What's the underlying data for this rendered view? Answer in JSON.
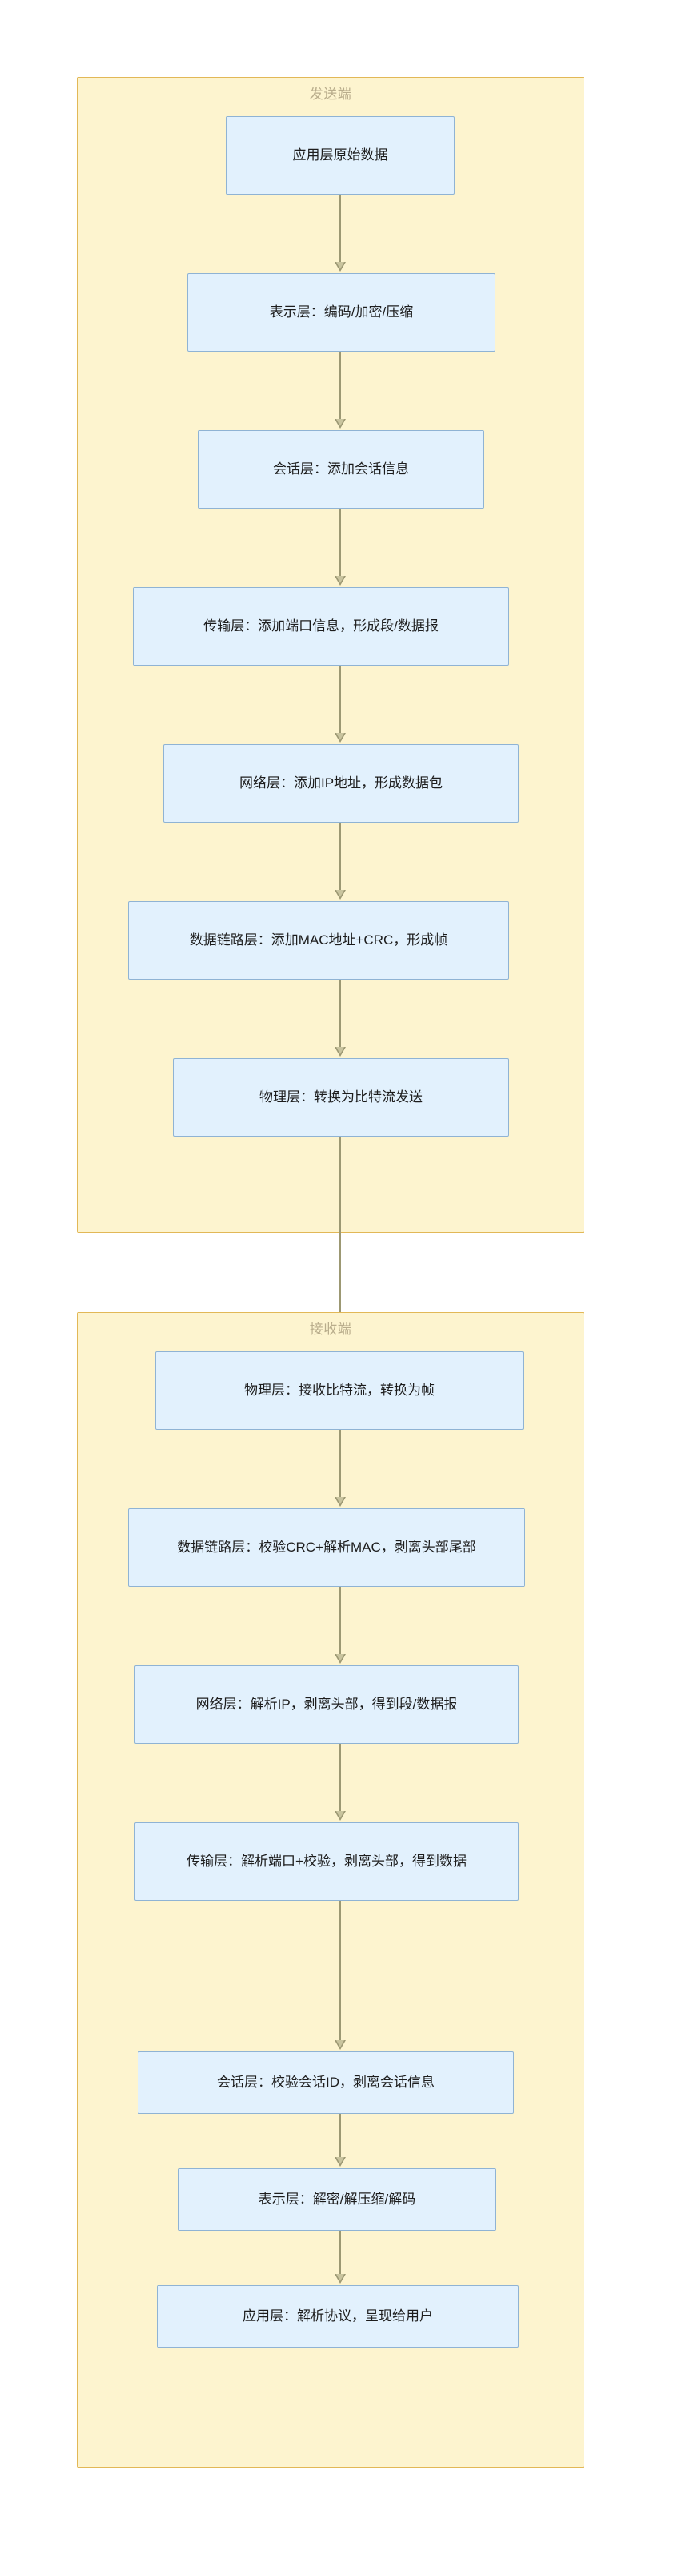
{
  "diagram": {
    "type": "flowchart",
    "direction": "top-to-bottom",
    "background": "#ffffff",
    "colors": {
      "subgraph_fill": "#fdf4cf",
      "subgraph_stroke": "#e2b857",
      "subgraph_label": "#b9ad8c",
      "node_fill": "#e2f1fd",
      "node_stroke": "#8fb3d4",
      "node_text": "#1d1d1d",
      "edge": "#9c9873"
    },
    "groups": [
      {
        "id": "sender",
        "title": "发送端",
        "nodes": [
          {
            "id": "s1",
            "label": "应用层原始数据"
          },
          {
            "id": "s2",
            "label": "表示层：编码/加密/压缩"
          },
          {
            "id": "s3",
            "label": "会话层：添加会话信息"
          },
          {
            "id": "s4",
            "label": "传输层：添加端口信息，形成段/数据报"
          },
          {
            "id": "s5",
            "label": "网络层：添加IP地址，形成数据包"
          },
          {
            "id": "s6",
            "label": "数据链路层：添加MAC地址+CRC，形成帧"
          },
          {
            "id": "s7",
            "label": "物理层：转换为比特流发送"
          }
        ]
      },
      {
        "id": "receiver",
        "title": "接收端",
        "nodes": [
          {
            "id": "r1",
            "label": "物理层：接收比特流，转换为帧"
          },
          {
            "id": "r2",
            "label": "数据链路层：校验CRC+解析MAC，剥离头部尾部"
          },
          {
            "id": "r3",
            "label": "网络层：解析IP，剥离头部，得到段/数据报"
          },
          {
            "id": "r4",
            "label": "传输层：解析端口+校验，剥离头部，得到数据"
          },
          {
            "id": "r5",
            "label": "会话层：校验会话ID，剥离会话信息"
          },
          {
            "id": "r6",
            "label": "表示层：解密/解压缩/解码"
          },
          {
            "id": "r7",
            "label": "应用层：解析协议，呈现给用户"
          }
        ]
      }
    ],
    "edges": [
      {
        "from": "s1",
        "to": "s2"
      },
      {
        "from": "s2",
        "to": "s3"
      },
      {
        "from": "s3",
        "to": "s4"
      },
      {
        "from": "s4",
        "to": "s5"
      },
      {
        "from": "s5",
        "to": "s6"
      },
      {
        "from": "s6",
        "to": "s7"
      },
      {
        "from": "s7",
        "to": "r1"
      },
      {
        "from": "r1",
        "to": "r2"
      },
      {
        "from": "r2",
        "to": "r3"
      },
      {
        "from": "r3",
        "to": "r4"
      },
      {
        "from": "r4",
        "to": "r5"
      },
      {
        "from": "r5",
        "to": "r6"
      },
      {
        "from": "r6",
        "to": "r7"
      }
    ]
  }
}
